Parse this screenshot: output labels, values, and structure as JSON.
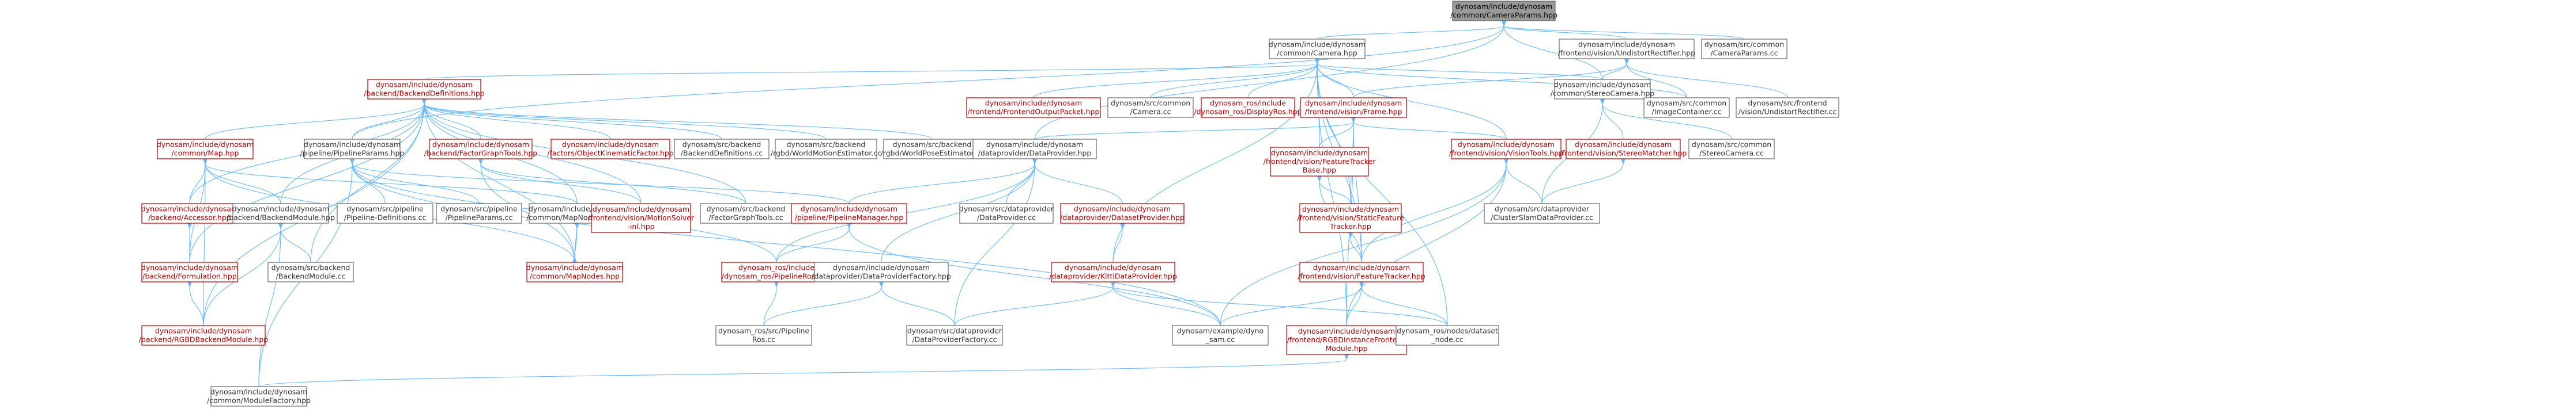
{
  "nodes": [
    {
      "id": "root",
      "lines": [
        "dynosam/include/dynosam",
        "/common/CameraParams.hpp"
      ],
      "style": "root"
    },
    {
      "id": "camera_hpp",
      "lines": [
        "dynosam/include/dynosam",
        "/common/Camera.hpp"
      ],
      "style": "normal"
    },
    {
      "id": "undistort_hpp",
      "lines": [
        "dynosam/include/dynosam",
        "/frontend/vision/UndistortRectifier.hpp"
      ],
      "style": "normal"
    },
    {
      "id": "cameraparams_cc",
      "lines": [
        "dynosam/src/common",
        "/CameraParams.cc"
      ],
      "style": "normal"
    },
    {
      "id": "backend_defs_hpp",
      "lines": [
        "dynosam/include/dynosam",
        "/backend/BackendDefinitions.hpp"
      ],
      "style": "red"
    },
    {
      "id": "frontend_output_hpp",
      "lines": [
        "dynosam/include/dynosam",
        "/frontend/FrontendOutputPacket.hpp"
      ],
      "style": "red"
    },
    {
      "id": "camera_cc",
      "lines": [
        "dynosam/src/common",
        "/Camera.cc"
      ],
      "style": "normal"
    },
    {
      "id": "display_ros_hpp",
      "lines": [
        "dynosam_ros/include",
        "/dynosam_ros/DisplayRos.hpp"
      ],
      "style": "red"
    },
    {
      "id": "frame_hpp",
      "lines": [
        "dynosam/include/dynosam",
        "/frontend/vision/Frame.hpp"
      ],
      "style": "red"
    },
    {
      "id": "stereo_camera_hpp",
      "lines": [
        "dynosam/include/dynosam",
        "/common/StereoCamera.hpp"
      ],
      "style": "normal"
    },
    {
      "id": "image_container_cc",
      "lines": [
        "dynosam/src/common",
        "/ImageContainer.cc"
      ],
      "style": "normal"
    },
    {
      "id": "undistort_cc",
      "lines": [
        "dynosam/src/frontend",
        "/vision/UndistortRectifier.cc"
      ],
      "style": "normal"
    },
    {
      "id": "map_hpp",
      "lines": [
        "dynosam/include/dynosam",
        "/common/Map.hpp"
      ],
      "style": "red"
    },
    {
      "id": "pipeline_params_hpp",
      "lines": [
        "dynosam/include/dynosam",
        "/pipeline/PipelineParams.hpp"
      ],
      "style": "normal"
    },
    {
      "id": "factor_graph_tools_hpp",
      "lines": [
        "dynosam/include/dynosam",
        "/backend/FactorGraphTools.hpp"
      ],
      "style": "red"
    },
    {
      "id": "object_kinematic_hpp",
      "lines": [
        "dynosam/include/dynosam",
        "/factors/ObjectKinematicFactor.hpp"
      ],
      "style": "red"
    },
    {
      "id": "backend_defs_cc",
      "lines": [
        "dynosam/src/backend",
        "/BackendDefinitions.cc"
      ],
      "style": "normal"
    },
    {
      "id": "world_motion_cc",
      "lines": [
        "dynosam/src/backend",
        "/rgbd/WorldMotionEstimator.cc"
      ],
      "style": "normal"
    },
    {
      "id": "world_pose_cc",
      "lines": [
        "dynosam/src/backend",
        "/rgbd/WorldPoseEstimator.cc"
      ],
      "style": "normal"
    },
    {
      "id": "data_provider_hpp",
      "lines": [
        "dynosam/include/dynosam",
        "/dataprovider/DataProvider.hpp"
      ],
      "style": "normal"
    },
    {
      "id": "feature_tracker_base_hpp",
      "lines": [
        "dynosam/include/dynosam",
        "/frontend/vision/FeatureTracker",
        "Base.hpp"
      ],
      "style": "red"
    },
    {
      "id": "vision_tools_hpp",
      "lines": [
        "dynosam/include/dynosam",
        "/frontend/vision/VisionTools.hpp"
      ],
      "style": "red"
    },
    {
      "id": "stereo_matcher_hpp",
      "lines": [
        "dynosam/include/dynosam",
        "/frontend/vision/StereoMatcher.hpp"
      ],
      "style": "red"
    },
    {
      "id": "stereo_camera_cc",
      "lines": [
        "dynosam/src/common",
        "/StereoCamera.cc"
      ],
      "style": "normal"
    },
    {
      "id": "accessor_hpp",
      "lines": [
        "dynosam/include/dynosam",
        "/backend/Accessor.hpp"
      ],
      "style": "red"
    },
    {
      "id": "backend_module_hpp",
      "lines": [
        "dynosam/include/dynosam",
        "/backend/BackendModule.hpp"
      ],
      "style": "normal"
    },
    {
      "id": "pipeline_defs_cc",
      "lines": [
        "dynosam/src/pipeline",
        "/Pipeline-Definitions.cc"
      ],
      "style": "normal"
    },
    {
      "id": "pipeline_params_cc",
      "lines": [
        "dynosam/src/pipeline",
        "/PipelineParams.cc"
      ],
      "style": "normal"
    },
    {
      "id": "map_nodes_inl_hpp",
      "lines": [
        "dynosam/include/dynosam",
        "/common/MapNodes-inl.hpp"
      ],
      "style": "normal"
    },
    {
      "id": "motion_solver_inl_hpp",
      "lines": [
        "dynosam/include/dynosam",
        "/frontend/vision/MotionSolver",
        "-inl.hpp"
      ],
      "style": "red"
    },
    {
      "id": "factor_graph_tools_cc",
      "lines": [
        "dynosam/src/backend",
        "/FactorGraphTools.cc"
      ],
      "style": "normal"
    },
    {
      "id": "pipeline_manager_hpp",
      "lines": [
        "dynosam/include/dynosam",
        "/pipeline/PipelineManager.hpp"
      ],
      "style": "red"
    },
    {
      "id": "data_provider_cc",
      "lines": [
        "dynosam/src/dataprovider",
        "/DataProvider.cc"
      ],
      "style": "normal"
    },
    {
      "id": "dataset_provider_hpp",
      "lines": [
        "dynosam/include/dynosam",
        "/dataprovider/DatasetProvider.hpp"
      ],
      "style": "red"
    },
    {
      "id": "static_feature_tracker_hpp",
      "lines": [
        "dynosam/include/dynosam",
        "/frontend/vision/StaticFeature",
        "Tracker.hpp"
      ],
      "style": "red"
    },
    {
      "id": "cluster_slam_cc",
      "lines": [
        "dynosam/src/dataprovider",
        "/ClusterSlamDataProvider.cc"
      ],
      "style": "normal"
    },
    {
      "id": "formulation_hpp",
      "lines": [
        "dynosam/include/dynosam",
        "/backend/Formulation.hpp"
      ],
      "style": "red"
    },
    {
      "id": "backend_module_cc",
      "lines": [
        "dynosam/src/backend",
        "/BackendModule.cc"
      ],
      "style": "normal"
    },
    {
      "id": "map_nodes_hpp",
      "lines": [
        "dynosam/include/dynosam",
        "/common/MapNodes.hpp"
      ],
      "style": "red"
    },
    {
      "id": "pipeline_ros_hpp",
      "lines": [
        "dynosam_ros/include",
        "/dynosam_ros/PipelineRos.hpp"
      ],
      "style": "red"
    },
    {
      "id": "dp_factory_hpp",
      "lines": [
        "dynosam/include/dynosam",
        "/dataprovider/DataProviderFactory.hpp"
      ],
      "style": "normal"
    },
    {
      "id": "kitti_dp_hpp",
      "lines": [
        "dynosam/include/dynosam",
        "/dataprovider/KittiDataProvider.hpp"
      ],
      "style": "red"
    },
    {
      "id": "feature_tracker_hpp",
      "lines": [
        "dynosam/include/dynosam",
        "/frontend/vision/FeatureTracker.hpp"
      ],
      "style": "red"
    },
    {
      "id": "rgbd_backend_hpp",
      "lines": [
        "dynosam/include/dynosam",
        "/backend/RGBDBackendModule.hpp"
      ],
      "style": "red"
    },
    {
      "id": "pipeline_ros_cc",
      "lines": [
        "dynosam_ros/src/Pipeline",
        "Ros.cc"
      ],
      "style": "normal"
    },
    {
      "id": "dp_factory_cc",
      "lines": [
        "dynosam/src/dataprovider",
        "/DataProviderFactory.cc"
      ],
      "style": "normal"
    },
    {
      "id": "dyno_sam_cc",
      "lines": [
        "dynosam/example/dyno",
        "_sam.cc"
      ],
      "style": "normal"
    },
    {
      "id": "rgbd_frontend_hpp",
      "lines": [
        "dynosam/include/dynosam",
        "/frontend/RGBDInstanceFrontend",
        "Module.hpp"
      ],
      "style": "red"
    },
    {
      "id": "dataset_node_cc",
      "lines": [
        "dynosam_ros/nodes/dataset",
        "_node.cc"
      ],
      "style": "normal"
    },
    {
      "id": "module_factory_hpp",
      "lines": [
        "dynosam/include/dynosam",
        "/common/ModuleFactory.hpp"
      ],
      "style": "normal"
    }
  ],
  "edges": [
    [
      "root",
      "camera_hpp"
    ],
    [
      "root",
      "undistort_hpp"
    ],
    [
      "root",
      "cameraparams_cc"
    ],
    [
      "root",
      "pipeline_params_hpp"
    ],
    [
      "root",
      "data_provider_hpp"
    ],
    [
      "root",
      "stereo_camera_hpp"
    ],
    [
      "camera_hpp",
      "backend_defs_hpp"
    ],
    [
      "camera_hpp",
      "frontend_output_hpp"
    ],
    [
      "camera_hpp",
      "camera_cc"
    ],
    [
      "camera_hpp",
      "display_ros_hpp"
    ],
    [
      "camera_hpp",
      "frame_hpp"
    ],
    [
      "camera_hpp",
      "stereo_camera_hpp"
    ],
    [
      "camera_hpp",
      "image_container_cc"
    ],
    [
      "camera_hpp",
      "feature_tracker_base_hpp"
    ],
    [
      "camera_hpp",
      "vision_tools_hpp"
    ],
    [
      "camera_hpp",
      "static_feature_tracker_hpp"
    ],
    [
      "camera_hpp",
      "feature_tracker_hpp"
    ],
    [
      "camera_hpp",
      "kitti_dp_hpp"
    ],
    [
      "camera_hpp",
      "rgbd_frontend_hpp"
    ],
    [
      "camera_hpp",
      "dataset_node_cc"
    ],
    [
      "undistort_hpp",
      "stereo_camera_hpp"
    ],
    [
      "undistort_hpp",
      "image_container_cc"
    ],
    [
      "undistort_hpp",
      "undistort_cc"
    ],
    [
      "undistort_hpp",
      "frame_hpp"
    ],
    [
      "backend_defs_hpp",
      "map_hpp"
    ],
    [
      "backend_defs_hpp",
      "pipeline_params_hpp"
    ],
    [
      "backend_defs_hpp",
      "factor_graph_tools_hpp"
    ],
    [
      "backend_defs_hpp",
      "object_kinematic_hpp"
    ],
    [
      "backend_defs_hpp",
      "backend_defs_cc"
    ],
    [
      "backend_defs_hpp",
      "world_motion_cc"
    ],
    [
      "backend_defs_hpp",
      "world_pose_cc"
    ],
    [
      "backend_defs_hpp",
      "accessor_hpp"
    ],
    [
      "backend_defs_hpp",
      "backend_module_hpp"
    ],
    [
      "backend_defs_hpp",
      "formulation_hpp"
    ],
    [
      "backend_defs_hpp",
      "backend_module_cc"
    ],
    [
      "backend_defs_hpp",
      "rgbd_backend_hpp"
    ],
    [
      "backend_defs_hpp",
      "map_nodes_inl_hpp"
    ],
    [
      "backend_defs_hpp",
      "factor_graph_tools_cc"
    ],
    [
      "backend_defs_hpp",
      "map_nodes_hpp"
    ],
    [
      "backend_defs_hpp",
      "motion_solver_inl_hpp"
    ],
    [
      "frame_hpp",
      "data_provider_hpp"
    ],
    [
      "frame_hpp",
      "feature_tracker_base_hpp"
    ],
    [
      "frame_hpp",
      "static_feature_tracker_hpp"
    ],
    [
      "frame_hpp",
      "feature_tracker_hpp"
    ],
    [
      "frame_hpp",
      "rgbd_frontend_hpp"
    ],
    [
      "frame_hpp",
      "vision_tools_hpp"
    ],
    [
      "stereo_camera_hpp",
      "stereo_matcher_hpp"
    ],
    [
      "stereo_camera_hpp",
      "stereo_camera_cc"
    ],
    [
      "stereo_camera_hpp",
      "cluster_slam_cc"
    ],
    [
      "stereo_matcher_hpp",
      "cluster_slam_cc"
    ],
    [
      "map_hpp",
      "accessor_hpp"
    ],
    [
      "map_hpp",
      "backend_module_hpp"
    ],
    [
      "map_hpp",
      "map_nodes_inl_hpp"
    ],
    [
      "map_hpp",
      "map_nodes_hpp"
    ],
    [
      "map_hpp",
      "formulation_hpp"
    ],
    [
      "map_hpp",
      "rgbd_backend_hpp"
    ],
    [
      "pipeline_params_hpp",
      "pipeline_defs_cc"
    ],
    [
      "pipeline_params_hpp",
      "pipeline_params_cc"
    ],
    [
      "pipeline_params_hpp",
      "pipeline_manager_hpp"
    ],
    [
      "pipeline_params_hpp",
      "module_factory_hpp"
    ],
    [
      "pipeline_params_hpp",
      "pipeline_ros_hpp"
    ],
    [
      "pipeline_params_hpp",
      "dyno_sam_cc"
    ],
    [
      "factor_graph_tools_hpp",
      "factor_graph_tools_cc"
    ],
    [
      "factor_graph_tools_hpp",
      "motion_solver_inl_hpp"
    ],
    [
      "factor_graph_tools_hpp",
      "map_nodes_hpp"
    ],
    [
      "data_provider_hpp",
      "data_provider_cc"
    ],
    [
      "data_provider_hpp",
      "dataset_provider_hpp"
    ],
    [
      "data_provider_hpp",
      "pipeline_manager_hpp"
    ],
    [
      "data_provider_hpp",
      "dp_factory_hpp"
    ],
    [
      "data_provider_hpp",
      "pipeline_ros_hpp"
    ],
    [
      "data_provider_hpp",
      "dp_factory_cc"
    ],
    [
      "feature_tracker_base_hpp",
      "static_feature_tracker_hpp"
    ],
    [
      "feature_tracker_base_hpp",
      "feature_tracker_hpp"
    ],
    [
      "static_feature_tracker_hpp",
      "feature_tracker_hpp"
    ],
    [
      "vision_tools_hpp",
      "feature_tracker_hpp"
    ],
    [
      "vision_tools_hpp",
      "rgbd_frontend_hpp"
    ],
    [
      "vision_tools_hpp",
      "dyno_sam_cc"
    ],
    [
      "vision_tools_hpp",
      "cluster_slam_cc"
    ],
    [
      "accessor_hpp",
      "formulation_hpp"
    ],
    [
      "backend_module_hpp",
      "backend_module_cc"
    ],
    [
      "backend_module_hpp",
      "rgbd_backend_hpp"
    ],
    [
      "backend_module_hpp",
      "module_factory_hpp"
    ],
    [
      "formulation_hpp",
      "rgbd_backend_hpp"
    ],
    [
      "map_nodes_inl_hpp",
      "map_nodes_hpp"
    ],
    [
      "map_nodes_hpp",
      "map_nodes_inl_hpp"
    ],
    [
      "pipeline_manager_hpp",
      "pipeline_ros_hpp"
    ],
    [
      "pipeline_manager_hpp",
      "dyno_sam_cc"
    ],
    [
      "dataset_provider_hpp",
      "kitti_dp_hpp"
    ],
    [
      "pipeline_ros_hpp",
      "pipeline_ros_cc"
    ],
    [
      "dp_factory_hpp",
      "pipeline_ros_cc"
    ],
    [
      "dp_factory_hpp",
      "dp_factory_cc"
    ],
    [
      "kitti_dp_hpp",
      "dyno_sam_cc"
    ],
    [
      "kitti_dp_hpp",
      "dp_factory_cc"
    ],
    [
      "kitti_dp_hpp",
      "dataset_node_cc"
    ],
    [
      "feature_tracker_hpp",
      "rgbd_frontend_hpp"
    ],
    [
      "feature_tracker_hpp",
      "dyno_sam_cc"
    ],
    [
      "feature_tracker_hpp",
      "dataset_node_cc"
    ],
    [
      "rgbd_frontend_hpp",
      "module_factory_hpp"
    ]
  ]
}
